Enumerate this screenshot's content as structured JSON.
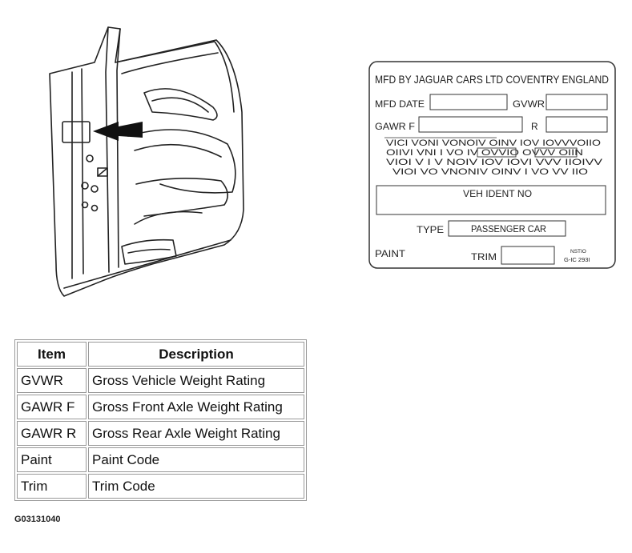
{
  "label": {
    "header": "MFD BY JAGUAR CARS LTD COVENTRY ENGLAND",
    "mfd_date": "MFD DATE",
    "gvwr": "GVWR",
    "gawr_f": "GAWR F",
    "r": "R",
    "codes": [
      "VICI VONI VONOIV OINV IOV    IOVVVOIIO",
      "OIIVI VNI  I VO IV  OVVIO OVVV OIIN",
      "VIOI V   I V   NOIV   IOV IOVI  VVV  IIOIVV",
      "VIOI VO   VNONIV OINV I   VO   VV   IIO"
    ],
    "veh_ident": "VEH IDENT NO",
    "type": "TYPE",
    "type_value": "PASSENGER CAR",
    "paint": "PAINT",
    "trim": "TRIM",
    "stamp_line1": "NSTIO",
    "stamp_line2": "G-IC 293I"
  },
  "table": {
    "headers": [
      "Item",
      "Description"
    ],
    "rows": [
      {
        "item": "GVWR",
        "description": "Gross Vehicle Weight Rating"
      },
      {
        "item": "GAWR F",
        "description": "Gross Front Axle Weight Rating"
      },
      {
        "item": "GAWR R",
        "description": "Gross Rear Axle Weight Rating"
      },
      {
        "item": "Paint",
        "description": "Paint Code"
      },
      {
        "item": "Trim",
        "description": "Trim Code"
      }
    ]
  },
  "figure_id": "G03131040"
}
